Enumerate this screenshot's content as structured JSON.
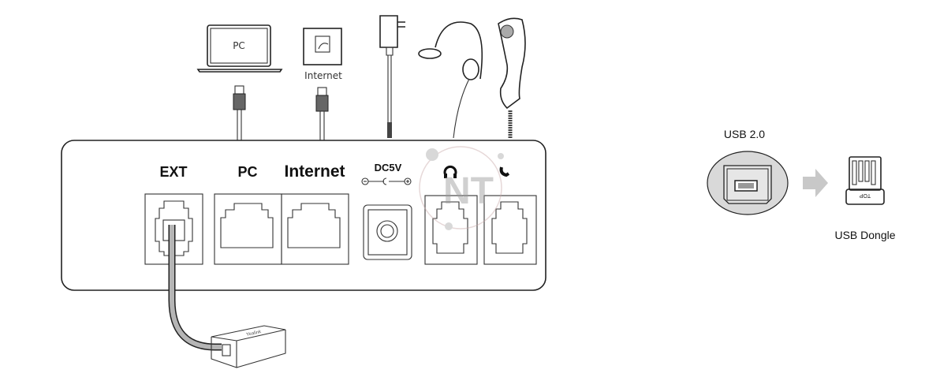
{
  "devices": {
    "pc_label": "PC",
    "internet_label": "Internet"
  },
  "panel": {
    "ports": {
      "ext": "EXT",
      "pc": "PC",
      "internet": "Internet",
      "dc": "DC5V"
    }
  },
  "watermark": "NT",
  "ext_module_logo": "Yealink",
  "usb": {
    "port_label": "USB 2.0",
    "dongle_label": "USB Dongle",
    "dongle_marking": "TOP"
  },
  "colors": {
    "line": "#222222",
    "gray_fill": "#d9d9d9",
    "arrow": "#c8c8c8",
    "cable": "#b5b5b5"
  }
}
